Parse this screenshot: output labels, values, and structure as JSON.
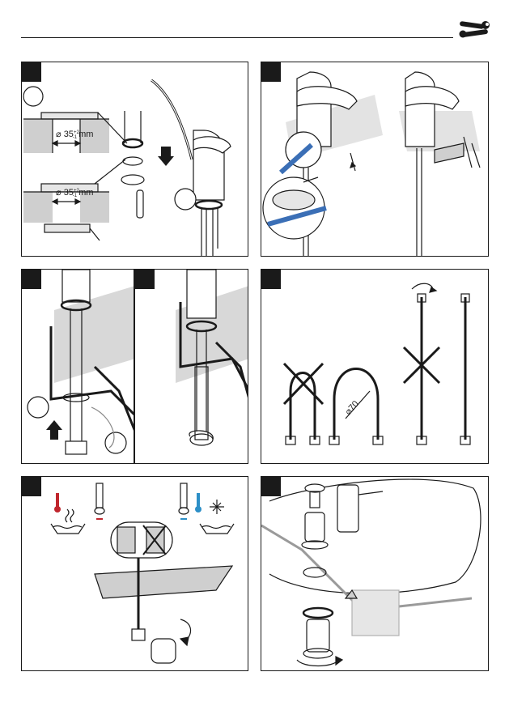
{
  "header": {
    "icon": "wrench-screwdriver-icon"
  },
  "panels": [
    {
      "id": "mounting",
      "label": "",
      "dimensions": [
        {
          "value": "35",
          "tol_upper": "+2",
          "tol_lower": "-1",
          "unit": "mm"
        },
        {
          "value": "35",
          "tol_upper": "+2",
          "tol_lower": "-1",
          "unit": "mm"
        }
      ]
    },
    {
      "id": "lever-adjust",
      "label": ""
    },
    {
      "id": "hose-install",
      "label": ""
    },
    {
      "id": "hose-install-2",
      "label": ""
    },
    {
      "id": "hose-bend",
      "label": "",
      "radius": "70"
    },
    {
      "id": "connect-hot-cold",
      "label": ""
    },
    {
      "id": "drain-install",
      "label": ""
    }
  ],
  "colors": {
    "line": "#1a1a1a",
    "hot": "#c0262d",
    "cold": "#2c8fc7",
    "shade": "#cfcfcf"
  }
}
